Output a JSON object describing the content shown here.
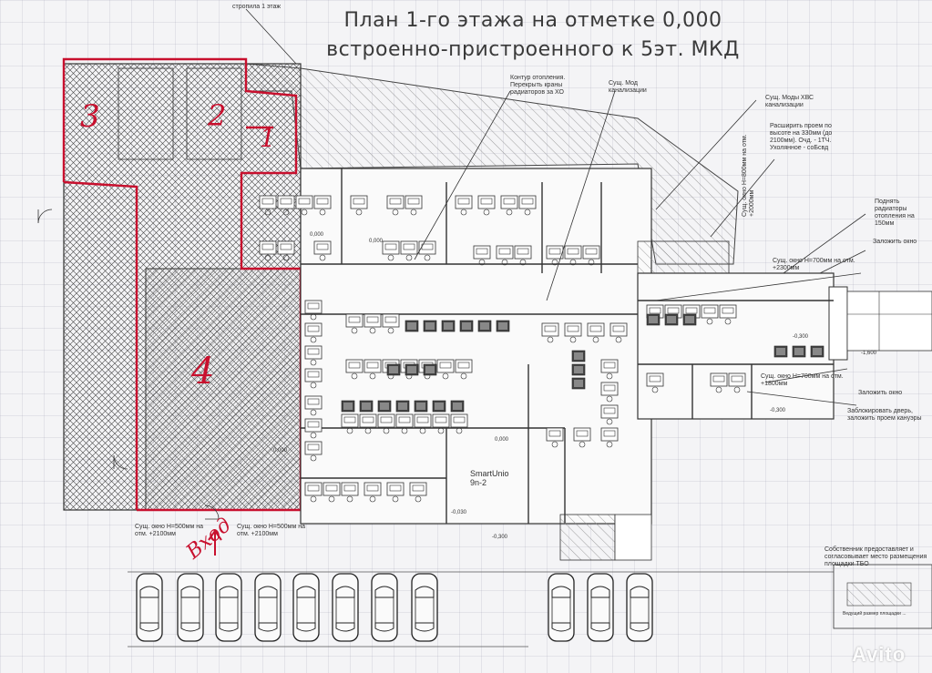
{
  "title": {
    "line1": "План 1-го этажа на отметке 0,000",
    "line2": "встроенно-пристроенного к 5эт. МКД"
  },
  "zones": {
    "z1": "1",
    "z2": "2",
    "z3": "3",
    "z4": "4"
  },
  "entrance": "Вход",
  "notes": {
    "top_tiny": "стропила 1 этаж",
    "heating": "Контур отопления. Перекрыть краны радиаторов за ХО",
    "sewer": "Сущ. Мод канализации",
    "water": "Сущ. Моды ХВС канализации",
    "widen": "Расширить проем по высоте на 330мм (до 2100мм). Очд. - 1ТЧ. Ухолянное - соБсвд",
    "radiators": "Поднять радиаторы отопления на 150мм",
    "window800": "Сущ. окно Н=800мм на отм. +2000мм",
    "window700a": "Сущ. окно Н=700мм на отм. +2300мм",
    "lay_window1": "Заложить окно",
    "window700b": "Сущ. окно Н=700мм на отм. +1800мм",
    "lay_window2": "Заложить окно",
    "lay_door": "Заблокировать дверь, заложить проем кануэры",
    "window500a": "Сущ. окно Н=500мм на отм. +2100мм",
    "window500b": "Сущ. окно Н=500мм на отм. +2100мм",
    "owner": "Собственник предоставляет и согласовывает место размещения площадки ТБО",
    "tbo_small": "Ведущий размер площадки ...",
    "smart": "SmartUnio 9n-2"
  },
  "levels": {
    "l1": "0,000",
    "l2": "0,000",
    "l3": "0,000",
    "l4": "-0,300",
    "l5": "-0,300",
    "l6": "-1,600",
    "l7": "-0,300",
    "l8": "0,000",
    "l9": "-0,030"
  },
  "watermark": "Avito",
  "colors": {
    "outline": "#c8102e",
    "ink": "#333333"
  }
}
